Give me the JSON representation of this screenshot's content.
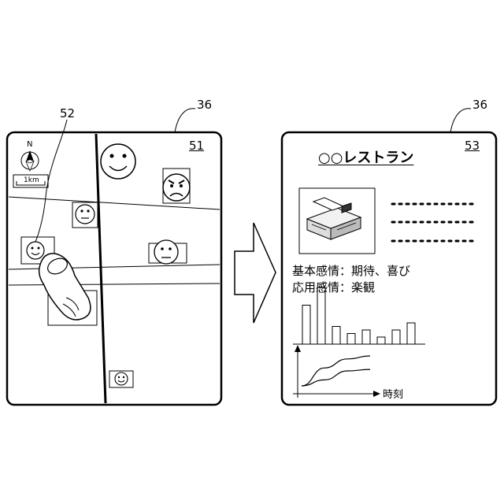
{
  "labels": {
    "map_panel_ref": "36",
    "detail_panel_ref": "36",
    "pointer_ref": "52",
    "map_screen_ref": "51",
    "detail_screen_ref": "53"
  },
  "map": {
    "north_label": "N",
    "scale_label": "1km"
  },
  "detail": {
    "restaurant_name": "○○レストラン",
    "basic_emotion": "基本感情：期待、喜び",
    "applied_emotion": "応用感情：楽観",
    "time_axis_label": "時刻"
  },
  "chart_data": [
    {
      "type": "bar",
      "values": [
        11,
        16,
        5,
        3,
        4,
        2,
        4,
        6
      ]
    },
    {
      "type": "line",
      "series": [
        {
          "values": [
            0.0,
            0.6,
            0.9,
            1.0
          ]
        },
        {
          "values": [
            0.0,
            0.2,
            0.5,
            0.55
          ]
        }
      ]
    }
  ]
}
